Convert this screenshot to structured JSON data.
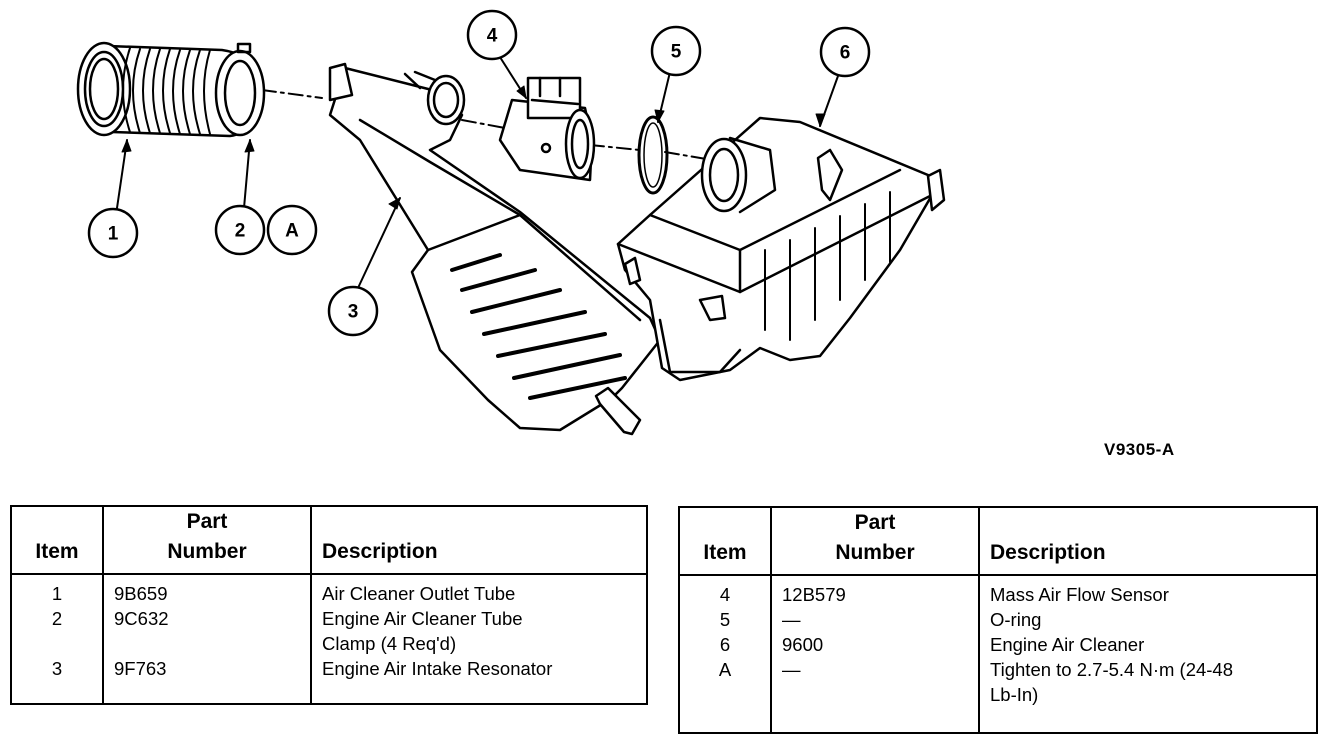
{
  "figure_id": "V9305-A",
  "callouts": {
    "c1": "1",
    "c2": "2",
    "cA": "A",
    "c3": "3",
    "c4": "4",
    "c5": "5",
    "c6": "6"
  },
  "tables": [
    {
      "headers": {
        "item": "Item",
        "part_line1": "Part",
        "part_line2": "Number",
        "description": "Description"
      },
      "rows": [
        {
          "item": "1",
          "part": "9B659",
          "description": "Air Cleaner Outlet Tube"
        },
        {
          "item": "2",
          "part": "9C632",
          "description": "Engine Air Cleaner Tube",
          "description_line2": "Clamp (4 Req'd)"
        },
        {
          "item": "3",
          "part": "9F763",
          "description": "Engine Air Intake Resonator"
        }
      ]
    },
    {
      "headers": {
        "item": "Item",
        "part_line1": "Part",
        "part_line2": "Number",
        "description": "Description"
      },
      "rows": [
        {
          "item": "4",
          "part": "12B579",
          "description": "Mass Air Flow Sensor"
        },
        {
          "item": "5",
          "part": "—",
          "description": "O-ring"
        },
        {
          "item": "6",
          "part": "9600",
          "description": "Engine Air Cleaner"
        },
        {
          "item": "A",
          "part": "—",
          "description": "Tighten to 2.7-5.4 N·m (24-48",
          "description_line2": "Lb-In)"
        }
      ]
    }
  ]
}
